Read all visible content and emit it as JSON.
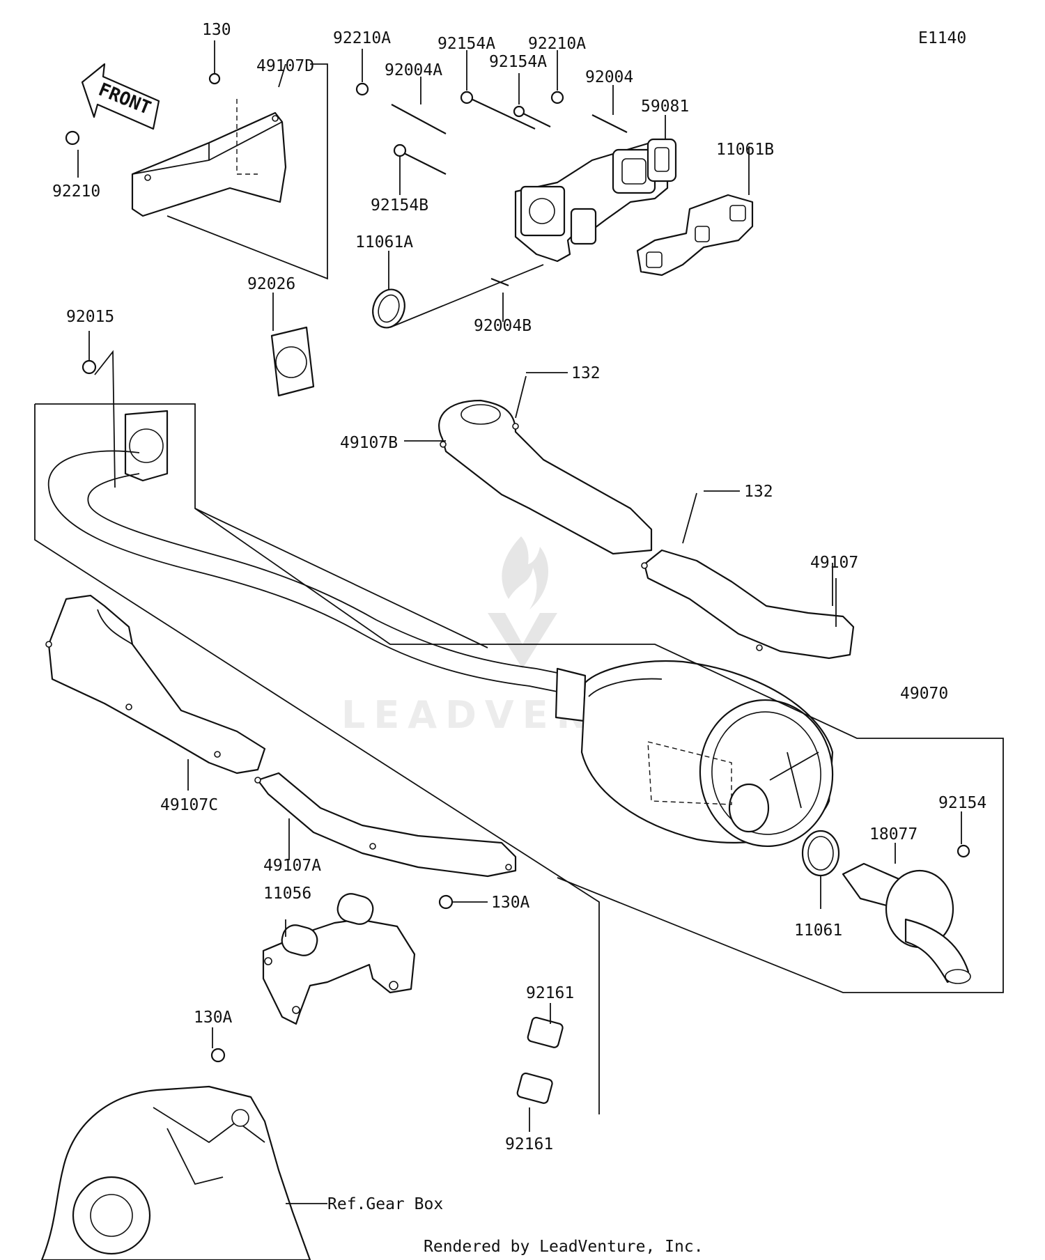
{
  "diagram": {
    "id": "E1140",
    "footer": "Rendered by LeadVenture, Inc.",
    "watermark": "LEADVENTURE",
    "front_label": "FRONT",
    "ref_label": "Ref.Gear Box",
    "labels": {
      "p130": "130",
      "p49107D": "49107D",
      "p92210A_1": "92210A",
      "p92154A_1": "92154A",
      "p92210A_2": "92210A",
      "p92004A": "92004A",
      "p92154A_2": "92154A",
      "p92004": "92004",
      "p59081": "59081",
      "p11061B": "11061B",
      "p92210": "92210",
      "p92154B": "92154B",
      "p11061A": "11061A",
      "p92026": "92026",
      "p92004B": "92004B",
      "p92015": "92015",
      "p132_1": "132",
      "p49107B": "49107B",
      "p132_2": "132",
      "p49107": "49107",
      "p49070": "49070",
      "p49107C": "49107C",
      "p92154": "92154",
      "p18077": "18077",
      "p49107A": "49107A",
      "p11056": "11056",
      "p130A_1": "130A",
      "p11061": "11061",
      "p92161_1": "92161",
      "p130A_2": "130A",
      "p92161_2": "92161"
    }
  }
}
